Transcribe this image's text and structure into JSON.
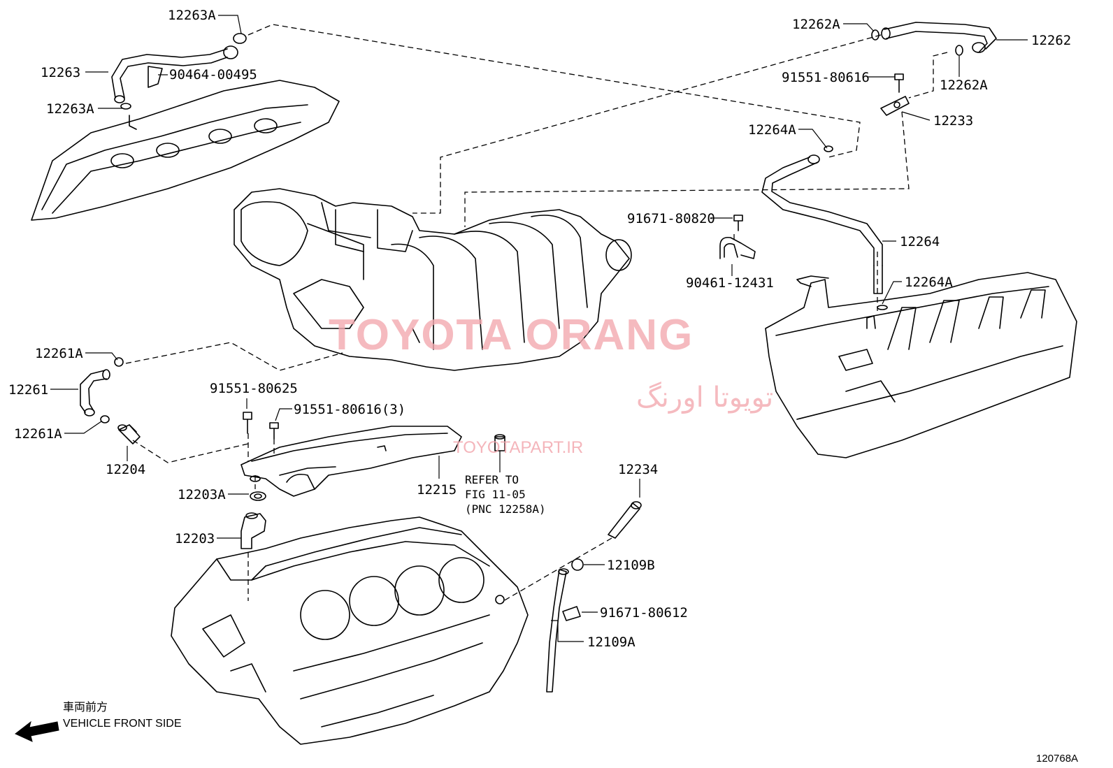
{
  "labels": {
    "p12263A_top": "12263A",
    "p12263": "12263",
    "p90464": "90464-00495",
    "p12263A_bot": "12263A",
    "p12262A_left": "12262A",
    "p12262": "12262",
    "p91551_80616": "91551-80616",
    "p12262A_right": "12262A",
    "p12233": "12233",
    "p12264A_top": "12264A",
    "p91671_80820": "91671-80820",
    "p12264": "12264",
    "p90461": "90461-12431",
    "p12264A_bot": "12264A",
    "p12261A_top": "12261A",
    "p12261": "12261",
    "p12261A_bot": "12261A",
    "p12204": "12204",
    "p91551_80625": "91551-80625",
    "p91551_80616_3": "91551-80616(3)",
    "p12203A": "12203A",
    "p12215": "12215",
    "p12203": "12203",
    "p12234": "12234",
    "p12109B": "12109B",
    "p91671_80612": "91671-80612",
    "p12109A": "12109A"
  },
  "note": {
    "line1": "REFER TO",
    "line2": "FIG 11-05",
    "line3": "(PNC 12258A)"
  },
  "direction": {
    "japanese": "車両前方",
    "english": "VEHICLE FRONT SIDE"
  },
  "figure_id": "120768A",
  "watermark": {
    "brand": "TOYOTA ORANG",
    "farsi": "تویوتا اورنگ",
    "url": "TOYOTAPART.IR"
  }
}
